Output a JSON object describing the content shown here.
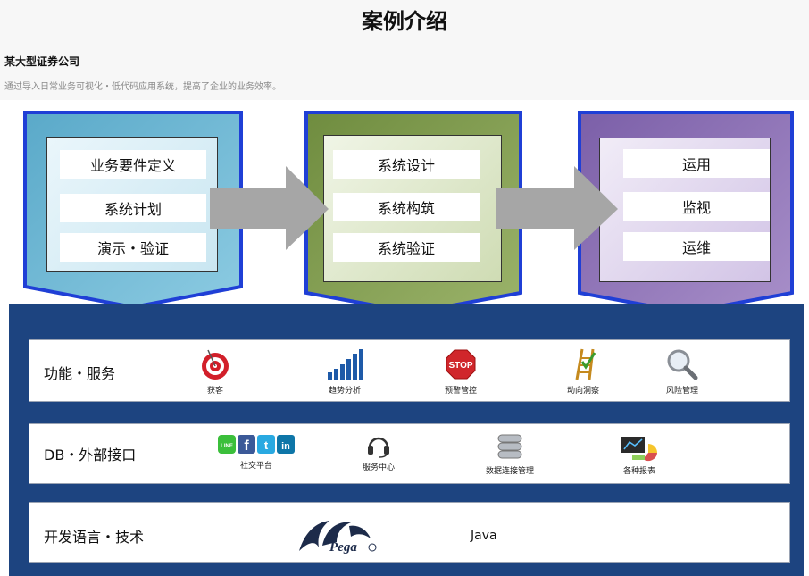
{
  "header": {
    "title": "案例介绍",
    "company": "某大型证券公司",
    "description": "通过导入日常业务可视化・低代码应用系统，提高了企业的业务效率。"
  },
  "phases": [
    {
      "steps": [
        "业务要件定义",
        "系统计划",
        "演示・验证"
      ],
      "color": "#6db5d2"
    },
    {
      "steps": [
        "系统设计",
        "系统构筑",
        "系统验证"
      ],
      "color": "#7c9a4c"
    },
    {
      "steps": [
        "运用",
        "监视",
        "运维"
      ],
      "color": "#8f72b3"
    }
  ],
  "platform": {
    "color": "#1d4480",
    "layers": [
      {
        "label": "功能・服务",
        "items": [
          {
            "icon": "target-icon",
            "caption": "获客"
          },
          {
            "icon": "bar-chart-icon",
            "caption": "趋势分析"
          },
          {
            "icon": "stop-sign-icon",
            "caption": "预警管控",
            "sign_text": "STOP"
          },
          {
            "icon": "ladder-icon",
            "caption": "动向洞察"
          },
          {
            "icon": "magnifier-icon",
            "caption": "风险管理"
          }
        ]
      },
      {
        "label": "DB・外部接口",
        "items": [
          {
            "icon": "social-icons",
            "caption": "社交平台",
            "glyphs": [
              "LINE",
              "f",
              "t",
              "in"
            ]
          },
          {
            "icon": "headset-icon",
            "caption": "服务中心"
          },
          {
            "icon": "database-icon",
            "caption": "数据连接管理"
          },
          {
            "icon": "report-charts-icon",
            "caption": "各种报表"
          }
        ]
      },
      {
        "label": "开发语言・技术",
        "logo_text": "Pega",
        "tech": "Java"
      }
    ]
  }
}
